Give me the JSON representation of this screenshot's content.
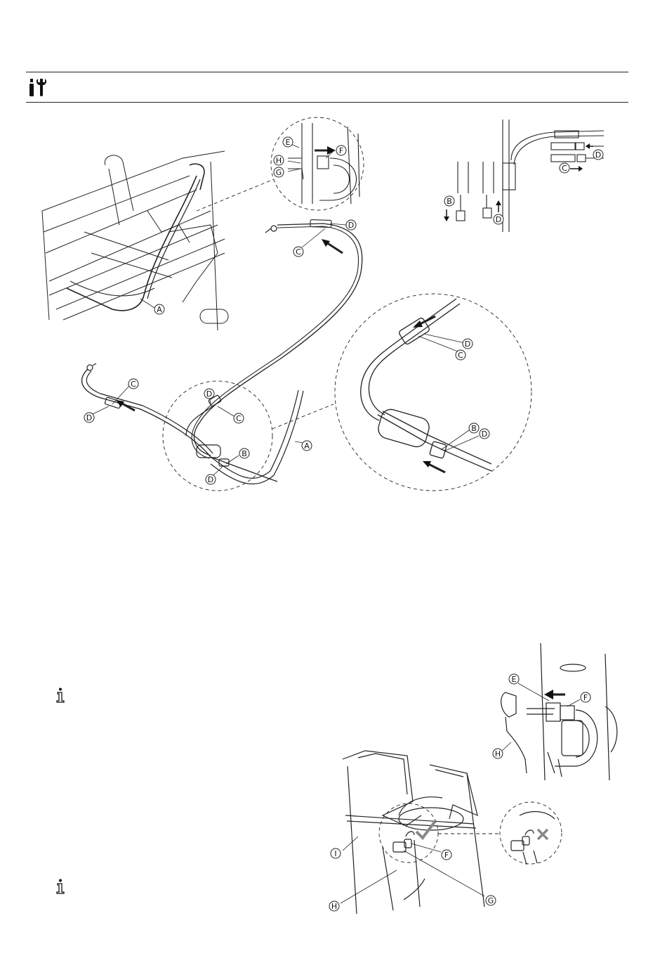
{
  "header": {
    "icon": "tools-icon"
  },
  "figures": {
    "top": {
      "callouts": {
        "A": "A",
        "B": "B",
        "C": "C",
        "D": "D",
        "E": "E",
        "F": "F",
        "G": "G",
        "H": "H"
      }
    },
    "bottom": {
      "callouts": {
        "E": "E",
        "F": "F",
        "G": "G",
        "H": "H",
        "I": "I"
      },
      "marks": {
        "ok": "check-icon",
        "wrong": "cross-icon"
      }
    }
  },
  "info_markers": [
    "info-icon",
    "info-icon"
  ]
}
